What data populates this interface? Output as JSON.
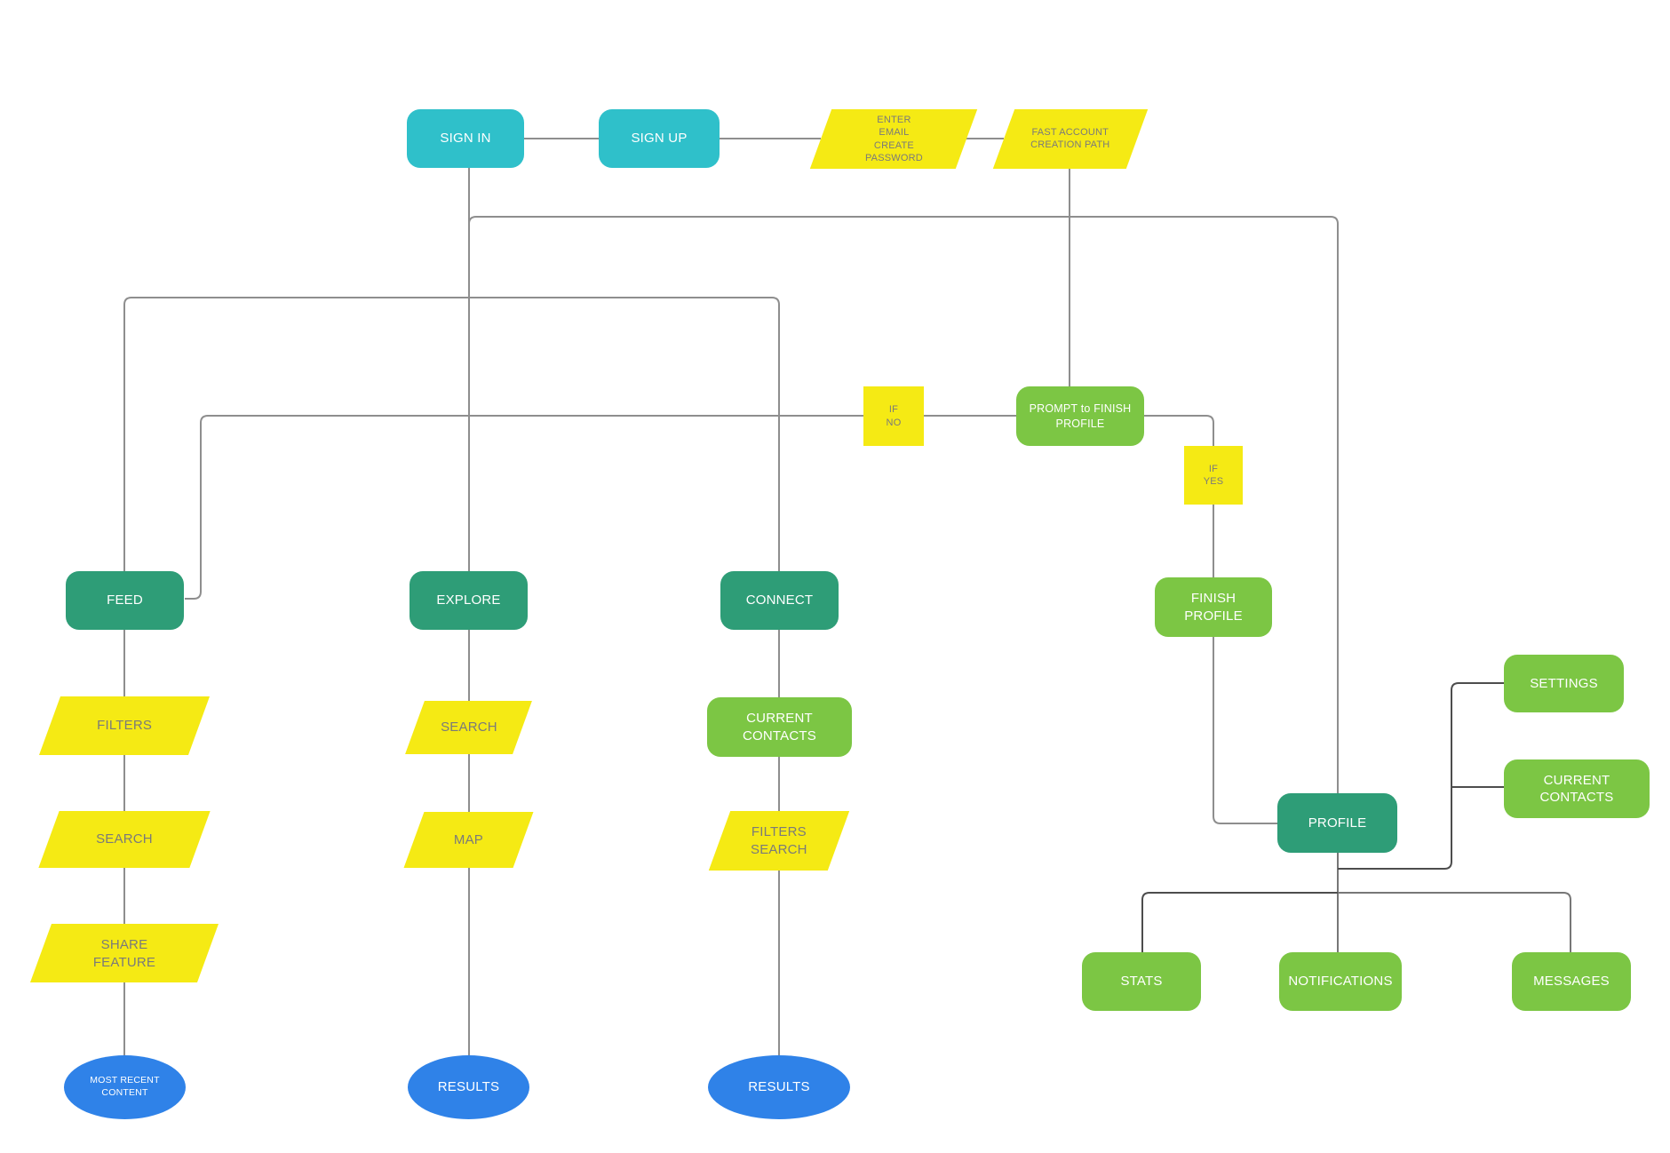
{
  "diagram": {
    "type": "flowchart",
    "description": "App user-flow diagram: sign in / sign up, account creation, profile completion prompt, and main sections (Feed, Explore, Connect, Profile)"
  },
  "colors": {
    "teal": "#2FC0CA",
    "green_dark": "#2E9D77",
    "green_light": "#7CC644",
    "yellow": "#F5EA14",
    "blue": "#2F82E8",
    "line": "#8E8E8E",
    "line_dark": "#4D4D4D",
    "text_on_yellow": "#7a7a7a",
    "text_on_shape": "#ffffff"
  },
  "nodes": {
    "sign_in": {
      "label": "SIGN IN",
      "shape": "rounded-rect",
      "color": "teal"
    },
    "sign_up": {
      "label": "SIGN UP",
      "shape": "rounded-rect",
      "color": "teal"
    },
    "enter_email": {
      "label": "ENTER\nEMAIL\nCREATE\nPASSWORD",
      "shape": "parallelogram",
      "color": "yellow"
    },
    "fast_account": {
      "label": "FAST ACCOUNT\nCREATION PATH",
      "shape": "parallelogram",
      "color": "yellow"
    },
    "if_no": {
      "label": "IF\nNO",
      "shape": "square-note",
      "color": "yellow"
    },
    "prompt_finish": {
      "label": "PROMPT to FINISH\nPROFILE",
      "shape": "rounded-rect",
      "color": "green_light"
    },
    "if_yes": {
      "label": "IF\nYES",
      "shape": "square-note",
      "color": "yellow"
    },
    "finish_profile": {
      "label": "FINISH\nPROFILE",
      "shape": "rounded-rect",
      "color": "green_light"
    },
    "feed": {
      "label": "FEED",
      "shape": "rounded-rect",
      "color": "green_dark"
    },
    "explore": {
      "label": "EXPLORE",
      "shape": "rounded-rect",
      "color": "green_dark"
    },
    "connect": {
      "label": "CONNECT",
      "shape": "rounded-rect",
      "color": "green_dark"
    },
    "feed_filters": {
      "label": "FILTERS",
      "shape": "parallelogram",
      "color": "yellow"
    },
    "feed_search": {
      "label": "SEARCH",
      "shape": "parallelogram",
      "color": "yellow"
    },
    "share_feature": {
      "label": "SHARE\nFEATURE",
      "shape": "parallelogram",
      "color": "yellow"
    },
    "most_recent": {
      "label": "MOST RECENT\nCONTENT",
      "shape": "ellipse",
      "color": "blue"
    },
    "explore_search": {
      "label": "SEARCH",
      "shape": "parallelogram",
      "color": "yellow"
    },
    "map": {
      "label": "MAP",
      "shape": "parallelogram",
      "color": "yellow"
    },
    "explore_results": {
      "label": "RESULTS",
      "shape": "ellipse",
      "color": "blue"
    },
    "connect_contacts": {
      "label": "CURRENT\nCONTACTS",
      "shape": "rounded-rect",
      "color": "green_light"
    },
    "connect_filters": {
      "label": "FILTERS\nSEARCH",
      "shape": "parallelogram",
      "color": "yellow"
    },
    "connect_results": {
      "label": "RESULTS",
      "shape": "ellipse",
      "color": "blue"
    },
    "profile": {
      "label": "PROFILE",
      "shape": "rounded-rect",
      "color": "green_dark"
    },
    "settings": {
      "label": "SETTINGS",
      "shape": "rounded-rect",
      "color": "green_light"
    },
    "profile_contacts": {
      "label": "CURRENT\nCONTACTS",
      "shape": "rounded-rect",
      "color": "green_light"
    },
    "stats": {
      "label": "STATS",
      "shape": "rounded-rect",
      "color": "green_light"
    },
    "notifications": {
      "label": "NOTIFICATIONS",
      "shape": "rounded-rect",
      "color": "green_light"
    },
    "messages": {
      "label": "MESSAGES",
      "shape": "rounded-rect",
      "color": "green_light"
    }
  },
  "edges": [
    {
      "from": "sign_in",
      "to": "sign_up"
    },
    {
      "from": "sign_up",
      "to": "enter_email"
    },
    {
      "from": "enter_email",
      "to": "fast_account"
    },
    {
      "from": "fast_account",
      "to": "prompt_finish"
    },
    {
      "from": "sign_in",
      "to": "explore"
    },
    {
      "from": "sign_in",
      "to": "profile"
    },
    {
      "from": "sign_in",
      "to": "feed"
    },
    {
      "from": "sign_in",
      "to": "connect"
    },
    {
      "from": "prompt_finish",
      "to": "feed",
      "via": "if_no"
    },
    {
      "from": "prompt_finish",
      "to": "finish_profile",
      "via": "if_yes"
    },
    {
      "from": "finish_profile",
      "to": "profile"
    },
    {
      "from": "feed",
      "to": "feed_filters"
    },
    {
      "from": "feed_filters",
      "to": "feed_search"
    },
    {
      "from": "feed_search",
      "to": "share_feature"
    },
    {
      "from": "share_feature",
      "to": "most_recent"
    },
    {
      "from": "explore",
      "to": "explore_search"
    },
    {
      "from": "explore_search",
      "to": "map"
    },
    {
      "from": "map",
      "to": "explore_results"
    },
    {
      "from": "connect",
      "to": "connect_contacts"
    },
    {
      "from": "connect_contacts",
      "to": "connect_filters"
    },
    {
      "from": "connect_filters",
      "to": "connect_results"
    },
    {
      "from": "profile",
      "to": "settings"
    },
    {
      "from": "profile",
      "to": "profile_contacts"
    },
    {
      "from": "profile",
      "to": "stats"
    },
    {
      "from": "profile",
      "to": "notifications"
    },
    {
      "from": "profile",
      "to": "messages"
    }
  ]
}
